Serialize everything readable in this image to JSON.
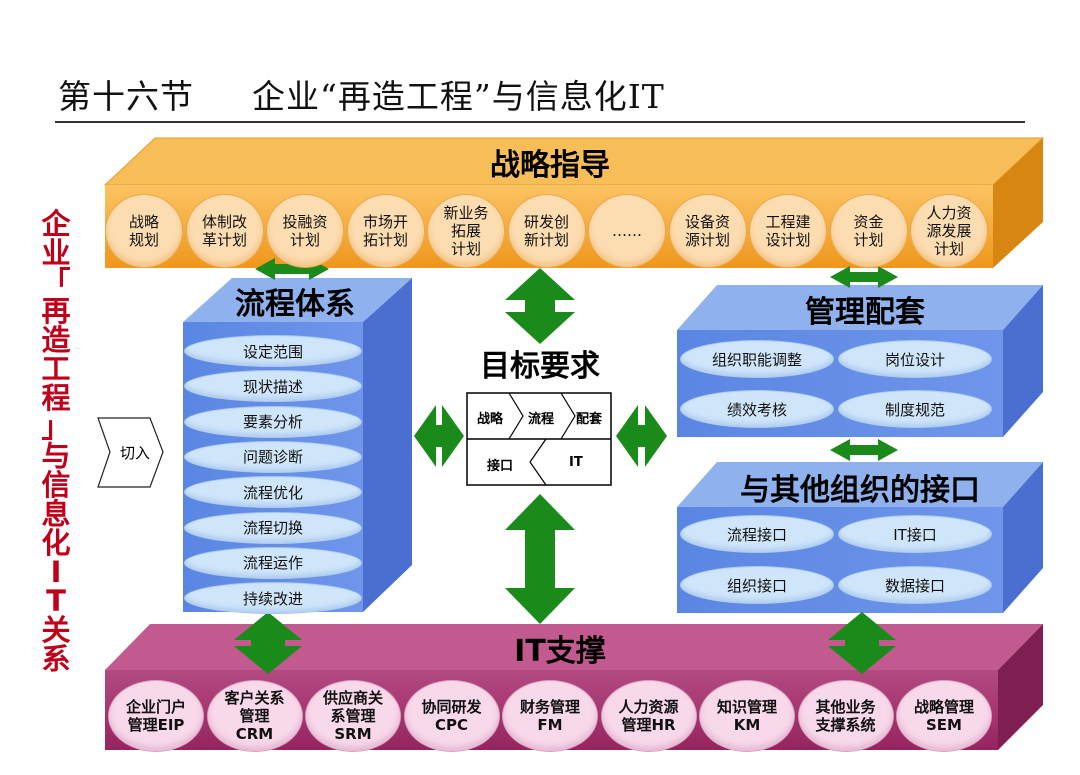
{
  "title": {
    "section": "第十六节",
    "text": "企业“再造工程”与信息化IT"
  },
  "side_label": [
    "企",
    "业",
    "「",
    "再",
    "造",
    "工",
    "程",
    "」",
    "与",
    "信",
    "息",
    "化",
    "I",
    "T",
    "关",
    "系"
  ],
  "strategy": {
    "title": "战略指导",
    "items": [
      "战略\n规划",
      "体制改\n革计划",
      "投融资\n计划",
      "市场开\n拓计划",
      "新业务\n拓展\n计划",
      "研发创\n新计划",
      "……",
      "设备资\n源计划",
      "工程建\n设计划",
      "资金\n计划",
      "人力资\n源发展\n计划"
    ]
  },
  "process": {
    "title": "流程体系",
    "items": [
      "设定范围",
      "现状描述",
      "要素分析",
      "问题诊断",
      "流程优化",
      "流程切换",
      "流程运作",
      "持续改进"
    ]
  },
  "entry": {
    "label": "切入"
  },
  "target": {
    "title": "目标要求",
    "row1": [
      "战略",
      "流程",
      "配套"
    ],
    "row2": [
      "接口",
      "IT"
    ]
  },
  "management": {
    "title": "管理配套",
    "items": [
      "组织职能调整",
      "岗位设计",
      "绩效考核",
      "制度规范"
    ]
  },
  "interface": {
    "title": "与其他组织的接口",
    "items": [
      "流程接口",
      "IT接口",
      "组织接口",
      "数据接口"
    ]
  },
  "it_support": {
    "title": "IT支撑",
    "items": [
      "企业门户\n管理EIP",
      "客户关系\n管理\nCRM",
      "供应商关\n系管理\nSRM",
      "协同研发\nCPC",
      "财务管理\nFM",
      "人力资源\n管理HR",
      "知识管理\nKM",
      "其他业务\n支撑系统",
      "战略管理\nSEM"
    ]
  },
  "colors": {
    "orange_top": "#f5b64d",
    "orange_front": "#f39a1e",
    "orange_side": "#d9860f",
    "blue_top": "#8fb4ef",
    "blue_front": "#5f88e4",
    "blue_side": "#4467c8",
    "purple_top": "#c55c92",
    "purple_front": "#a8346f",
    "purple_side": "#8a2459",
    "arrow_green": "#1a8a1a",
    "side_red": "#c0001a"
  }
}
